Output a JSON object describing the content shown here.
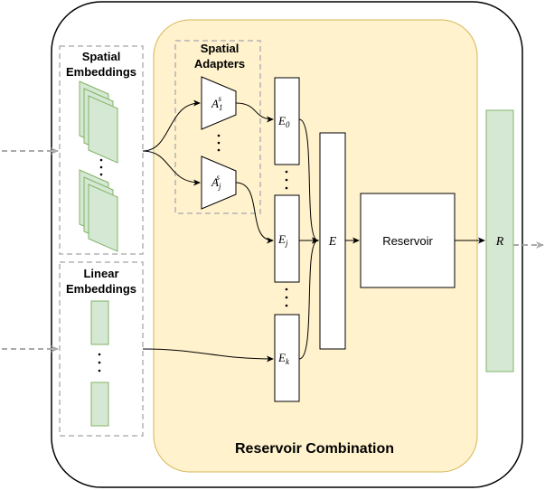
{
  "diagram": {
    "title": "Reservoir Combination",
    "spatial_embeddings_label": [
      "Spatial",
      "Embeddings"
    ],
    "linear_embeddings_label": [
      "Linear",
      "Embeddings"
    ],
    "spatial_adapters_label": [
      "Spatial",
      "Adapters"
    ],
    "adapters": [
      {
        "base": "A",
        "sub": "1",
        "sup": "s"
      },
      {
        "base": "A",
        "sub": "j",
        "sup": "s"
      }
    ],
    "embeddings": [
      {
        "base": "E",
        "sub": "0"
      },
      {
        "base": "E",
        "sub": "j"
      },
      {
        "base": "E",
        "sub": "k"
      }
    ],
    "combined_label": "E",
    "reservoir_label": "Reservoir",
    "readout_label": "R",
    "colors": {
      "outer_stroke": "#000000",
      "combination_fill": "#fff2cc",
      "combination_stroke": "#d6b656",
      "embedding_fill": "#d5e8d4",
      "embedding_stroke": "#82b366",
      "dashed_stroke": "#b3b3b3",
      "arrow_gray": "#aaaaaa"
    }
  }
}
